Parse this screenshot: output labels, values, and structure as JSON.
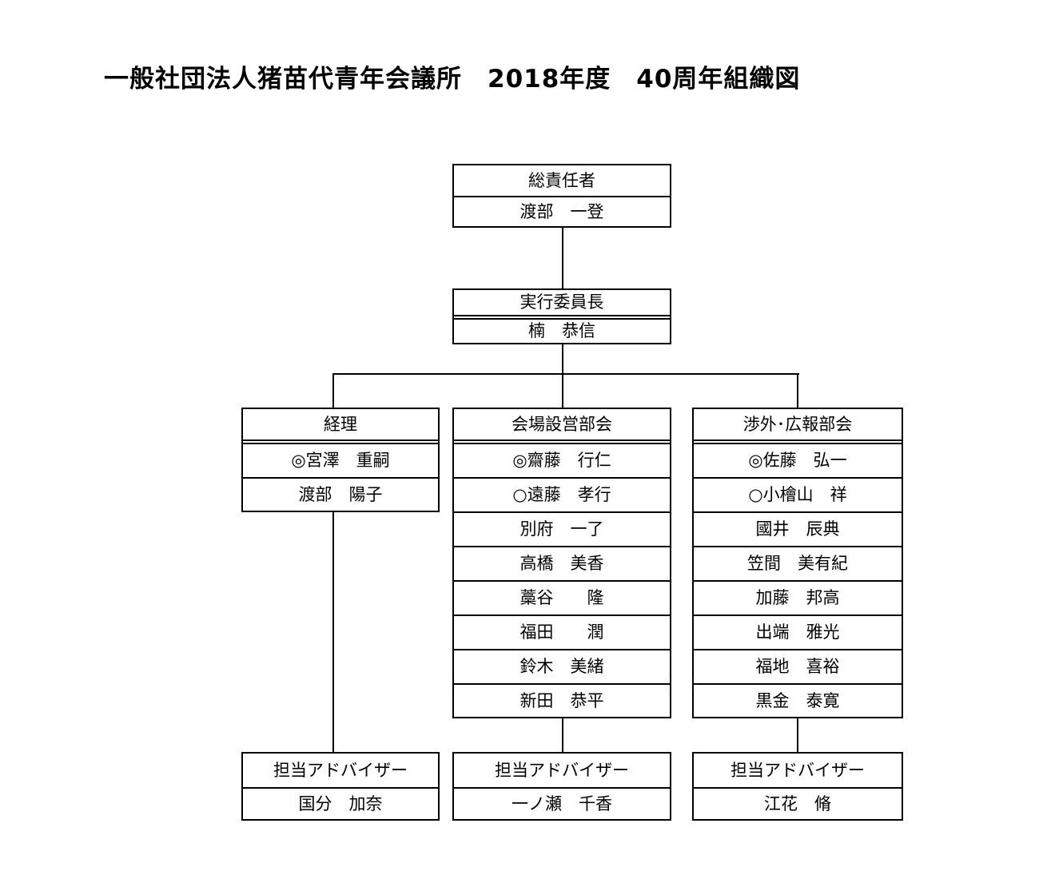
{
  "title": "一般社団法人猪苗代青年会議所　2018年度　40周年組織図",
  "top": {
    "role": "総責任者",
    "name": "渡部　一登"
  },
  "chair": {
    "role": "実行委員長",
    "name": "楠　恭信"
  },
  "departments": [
    {
      "name": "経理",
      "members": [
        "◎宮澤　重嗣",
        "渡部　陽子"
      ],
      "adviser": {
        "role": "担当アドバイザー",
        "name": "国分　加奈"
      }
    },
    {
      "name": "会場設営部会",
      "members": [
        "◎齋藤　行仁",
        "○遠藤　孝行",
        "別府　一了",
        "高橋　美香",
        "藁谷　　隆",
        "福田　　潤",
        "鈴木　美緒",
        "新田　恭平"
      ],
      "adviser": {
        "role": "担当アドバイザー",
        "name": "一ノ瀬　千香"
      }
    },
    {
      "name": "渉外･広報部会",
      "members": [
        "◎佐藤　弘一",
        "○小檜山　祥",
        "國井　辰典",
        "笠間　美有紀",
        "加藤　邦高",
        "出端　雅光",
        "福地　喜裕",
        "黒金　泰寛"
      ],
      "adviser": {
        "role": "担当アドバイザー",
        "name": "江花　脩"
      }
    }
  ]
}
